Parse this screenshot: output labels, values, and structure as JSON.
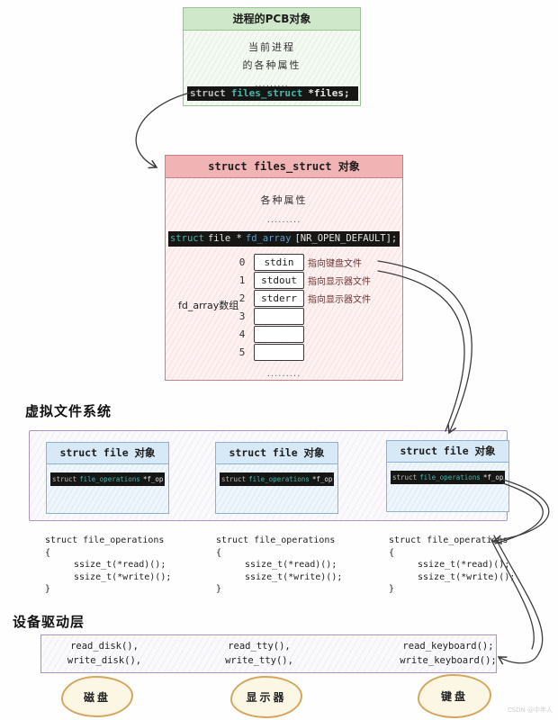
{
  "pcb_box": {
    "title": "进程的PCB对象",
    "body_lines": [
      "当前进程",
      "的各种属性"
    ],
    "dots": ".........",
    "code": {
      "kw": "struct",
      "type": "files_struct",
      "rest": "*files;"
    }
  },
  "files_struct_box": {
    "title": "struct files_struct 对象",
    "attr_label": "各种属性",
    "dots": ".........",
    "code": {
      "kw": "struct",
      "mid": "file *",
      "name": "fd_array",
      "rest": "[NR_OPEN_DEFAULT];"
    },
    "array_label": "fd_array数组",
    "rows": [
      {
        "index": "0",
        "value": "stdin",
        "note": "指向键盘文件"
      },
      {
        "index": "1",
        "value": "stdout",
        "note": "指向显示器文件"
      },
      {
        "index": "2",
        "value": "stderr",
        "note": "指向显示器文件"
      },
      {
        "index": "3",
        "value": "",
        "note": ""
      },
      {
        "index": "4",
        "value": "",
        "note": ""
      },
      {
        "index": "5",
        "value": "",
        "note": ""
      }
    ],
    "bottom_dots": "........."
  },
  "vfs": {
    "heading": "虚拟文件系统",
    "file_box_title": "struct file 对象",
    "file_box_code": {
      "kw": "struct",
      "type": "file_operations",
      "rest": "*f_op"
    },
    "ops_code": {
      "lines": [
        "struct file_operations",
        "{",
        "ssize_t(*read)();",
        "ssize_t(*write)();",
        "}"
      ]
    }
  },
  "driver": {
    "heading": "设备驱动层",
    "columns": [
      {
        "lines": [
          "read_disk(),",
          "write_disk(),"
        ]
      },
      {
        "lines": [
          "read_tty(),",
          "write_tty(),"
        ]
      },
      {
        "lines": [
          "read_keyboard();",
          "write_keyboard();"
        ]
      }
    ]
  },
  "devices": [
    {
      "label": "磁盘"
    },
    {
      "label": "显示器"
    },
    {
      "label": "键盘"
    }
  ],
  "watermark": "CSDN @中年人",
  "colors": {
    "green_header": "#cfe8ca",
    "green_border": "#9cc196",
    "pink_header": "#f1b3b3",
    "pink_border": "#c97f7f",
    "blue_header": "#d7e8f7",
    "blue_border": "#8cb0d6",
    "purple_border": "#ab93c5",
    "code_bg": "#161614",
    "code_teal": "#45b8ab",
    "code_blue": "#5b9fd4",
    "note_red": "#6e3434",
    "ellipse_border": "#d4a65e",
    "ellipse_fill": "#fcf7e5",
    "arrow": "#3c3c3c"
  }
}
